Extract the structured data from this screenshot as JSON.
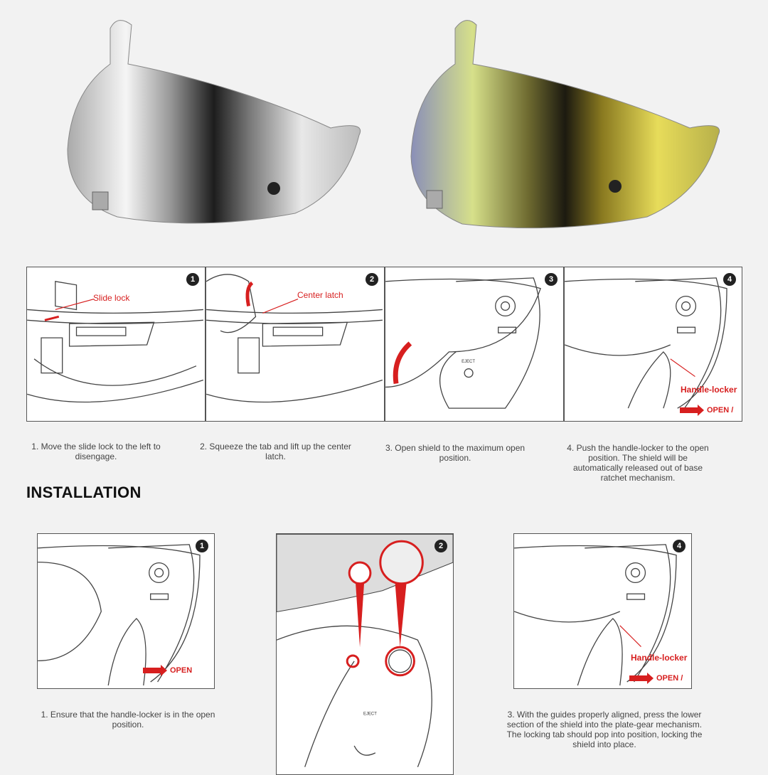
{
  "products": [
    {
      "name": "silver-mirror-visor",
      "tint": "#c8c8c8"
    },
    {
      "name": "gold-mirror-visor",
      "tint": "#c9c23a"
    }
  ],
  "removal": {
    "steps": [
      {
        "number": "1",
        "label": "Slide lock",
        "caption": "1. Move the slide lock to the left to disengage."
      },
      {
        "number": "2",
        "label": "Center latch",
        "caption": "2. Squeeze the tab and lift up the center latch."
      },
      {
        "number": "3",
        "label": "EJECT",
        "caption": "3. Open shield to the maximum open position."
      },
      {
        "number": "4",
        "label": "Handle-locker",
        "open": "OPEN /",
        "caption": "4. Push the handle-locker to the open position. The shield will be automatically released out of base ratchet mechanism."
      }
    ]
  },
  "installation": {
    "title": "INSTALLATION",
    "steps": [
      {
        "number": "1",
        "open": "OPEN",
        "caption": "1. Ensure that the handle-locker is in the open position."
      },
      {
        "number": "2",
        "label": "EJECT"
      },
      {
        "number": "4",
        "label": "Handle-locker",
        "open": "OPEN /",
        "caption": "3. With the guides properly aligned, press the lower section of the shield into the plate-gear mechanism. The locking tab should pop into position, locking the shield into place."
      }
    ]
  },
  "colors": {
    "accent": "#d71f1f",
    "background": "#f2f2f2"
  }
}
